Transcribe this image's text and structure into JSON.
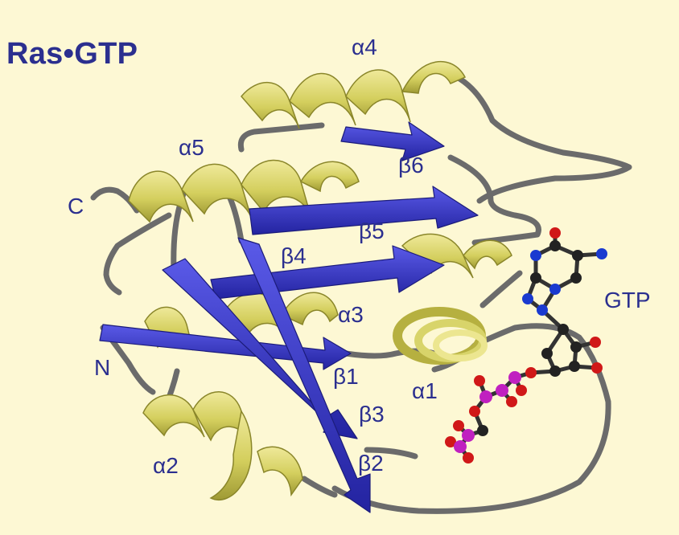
{
  "title": "Ras•GTP",
  "labels": {
    "alpha4": "α4",
    "alpha5": "α5",
    "beta6": "β6",
    "c_term": "C",
    "beta5": "β5",
    "beta4": "β4",
    "gtp": "GTP",
    "alpha3": "α3",
    "n_term": "N",
    "beta1": "β1",
    "alpha1": "α1",
    "beta3": "β3",
    "alpha2": "α2",
    "beta2": "β2"
  },
  "colors": {
    "background": "#fdf8d4",
    "label_text": "#2b2f8f",
    "helix": "#d8d46a",
    "strand": "#3434c8",
    "loop": "#6b6b6b",
    "carbon": "#222222",
    "nitrogen": "#1a3ad0",
    "oxygen": "#d01818",
    "phosphorus": "#c020c0"
  }
}
